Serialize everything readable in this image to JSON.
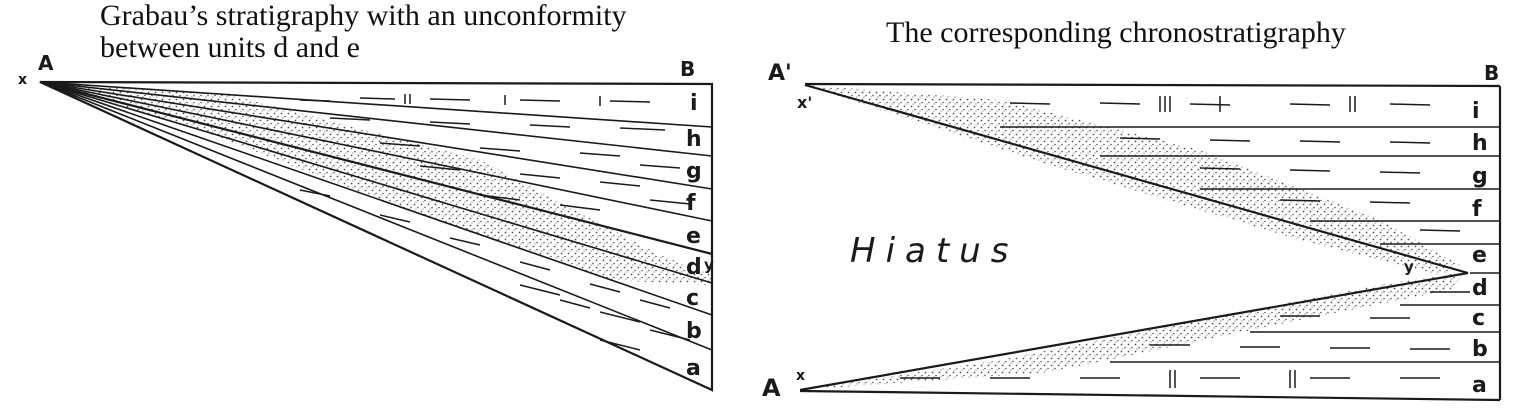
{
  "left_panel": {
    "caption_line1": "Grabau’s stratigraphy with an unconformity",
    "caption_line2": "between units d and e",
    "point_a": "A",
    "point_b": "B",
    "point_x": "x",
    "point_y": "y",
    "units": [
      "i",
      "h",
      "g",
      "f",
      "e",
      "d",
      "c",
      "b",
      "a"
    ]
  },
  "right_panel": {
    "caption": "The corresponding chronostratigraphy",
    "point_a_top": "A'",
    "point_b": "B",
    "point_x_top": "x'",
    "point_a_bottom": "A",
    "point_x_bottom": "x",
    "point_y": "y",
    "hiatus_label": "Hiatus",
    "units": [
      "i",
      "h",
      "g",
      "f",
      "e",
      "d",
      "c",
      "b",
      "a"
    ]
  },
  "colors": {
    "ink": "#1a1a1a",
    "paper": "#ffffff"
  }
}
